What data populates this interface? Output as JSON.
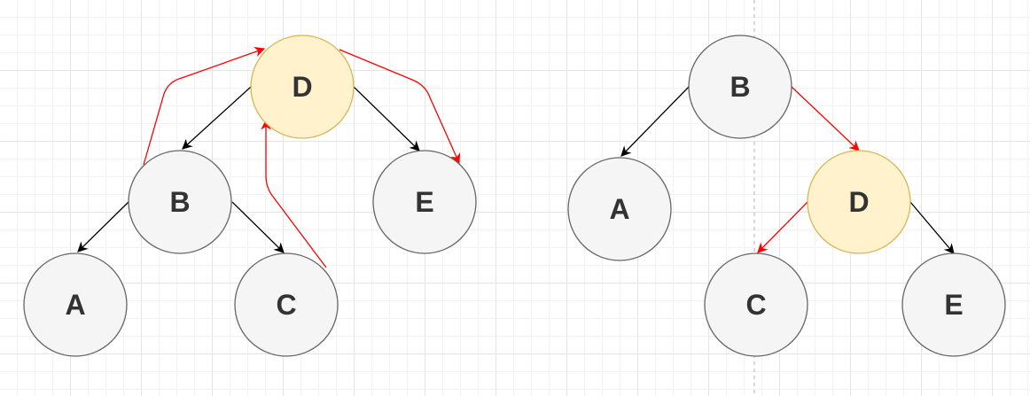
{
  "colors": {
    "node_fill": "#f5f5f5",
    "node_stroke": "#666666",
    "highlight_fill": "#fff2cc",
    "highlight_stroke": "#d6b656",
    "edge": "#000000",
    "rotation_edge": "#ff0000",
    "label": "#333333",
    "divider": "#b3b3b3"
  },
  "before_rotation": {
    "nodes": {
      "d": "D",
      "b": "B",
      "e": "E",
      "a": "A",
      "c": "C"
    }
  },
  "after_rotation": {
    "nodes": {
      "b": "B",
      "a": "A",
      "d": "D",
      "c": "C",
      "e": "E"
    }
  }
}
